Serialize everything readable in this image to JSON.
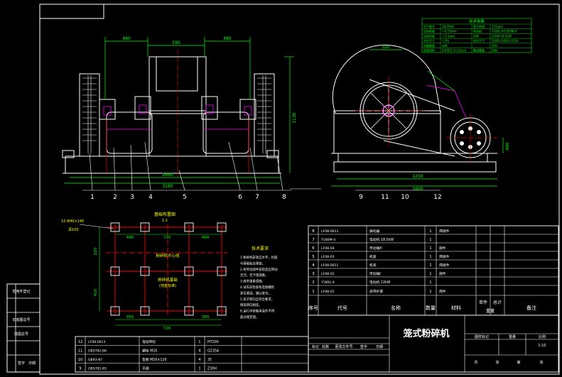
{
  "drawing": {
    "title": "笼式粉碎机",
    "balloons": [
      "1",
      "2",
      "3",
      "4",
      "5",
      "6",
      "7",
      "8",
      "9",
      "11",
      "10",
      "12"
    ],
    "front_dims": {
      "d1": "480",
      "d2": "590",
      "d3": "480",
      "d4": "2660",
      "d5": "3180",
      "d6": "1130"
    },
    "side_dims": {
      "d1": "320",
      "d2": "1250",
      "d3": "1600",
      "d4": "480"
    },
    "foundation": {
      "title": "基础布置图",
      "scale": "1:1",
      "bolt_label": "12-Φ40×140",
      "bolt_label2": "深150",
      "center_text": "粉碎机中心线",
      "center_text2": "粉碎机基础",
      "center_text3": "(地基标准)",
      "d_top1": "490",
      "d_top2": "720",
      "d_top3": "490",
      "d_left1": "220",
      "d_left2": "410",
      "d_bot1": "350",
      "d_bot2": "350",
      "d_bot3": "720"
    },
    "tech_req": {
      "title": "技术要求",
      "lines": [
        "1.粉碎机安装应水平，机座",
        "  与基础贴合紧密。",
        "2.各传动部件安装后应转动",
        "  灵活，无卡阻现象。",
        "3.皮带张紧适度。",
        "4.试车前检查各连接螺栓",
        "  是否紧固，确认安全。",
        "5.笼子转向应符合要求，",
        "  两笼转向相反。",
        "6.运行中各轴承温升不得",
        "  超过规定值。"
      ]
    },
    "spec_table": {
      "title": "技术参数",
      "rows": [
        [
          "生产能力",
          "18-20t/h",
          "笼子转速",
          "715rpm"
        ],
        [
          "出料粒度",
          "＜0.15mm",
          "电动机",
          "Y180L-4/Y180M-4"
        ],
        [
          "出料粒度",
          "＜0.1mm",
          "功率",
          "22kW 18.5kW"
        ],
        [
          "外形尺寸",
          "＜4%",
          "外形尺寸",
          "3180×1600×1130"
        ],
        [
          "机器重量",
          "≤8t",
          "",
          "约5t"
        ],
        [
          "鼠笼结构",
          "2400/2-2×15mm",
          "整机重量",
          "约6t"
        ]
      ]
    },
    "parts_upper": {
      "header": [
        "序号",
        "代号",
        "名称",
        "数量",
        "材料",
        "单件",
        "总计",
        "备注"
      ],
      "header_sub": "重量",
      "rows": [
        [
          "8",
          "LF08-0012",
          "振动器",
          "1",
          "焊接件"
        ],
        [
          "7",
          "Y180M-4",
          "电动机 18.5kW",
          "1",
          ""
        ],
        [
          "6",
          "LF08-04",
          "传动轴II",
          "1",
          "部件"
        ],
        [
          "5",
          "LF08-03",
          "机座",
          "1",
          "焊接件"
        ],
        [
          "4",
          "LF08-0011",
          "机壳",
          "1",
          "焊接件"
        ],
        [
          "3",
          "LF08-02",
          "传动轴I",
          "1",
          "部件"
        ],
        [
          "2",
          "Y180L-4",
          "电动机 22kW",
          "1",
          ""
        ],
        [
          "1",
          "LF08-01",
          "皮带护罩",
          "1",
          "焊件"
        ]
      ]
    },
    "parts_lower": {
      "rows": [
        [
          "12",
          "LF08-0013",
          "电动带轮",
          "1",
          "HT200"
        ],
        [
          "11",
          "GB5782-86",
          "螺栓 M16",
          "4",
          "Q235A"
        ],
        [
          "10",
          "GB93-87",
          "垫圈 M16×120",
          "4",
          "35"
        ],
        [
          "9",
          "GB5781-85",
          "平键",
          "1",
          "Z30H"
        ]
      ]
    },
    "title_block": {
      "row1": [
        "标记",
        "处数",
        "更改文件号",
        "签字",
        "日期"
      ],
      "right_top": [
        "图样标记",
        "重量",
        "比例"
      ],
      "scale": "1:10",
      "bottom": [
        "共",
        "张",
        "第",
        "张"
      ]
    },
    "left_strip": [
      "借用件登记",
      "旧底图总号",
      "底图总号",
      "签字",
      "日期"
    ]
  }
}
